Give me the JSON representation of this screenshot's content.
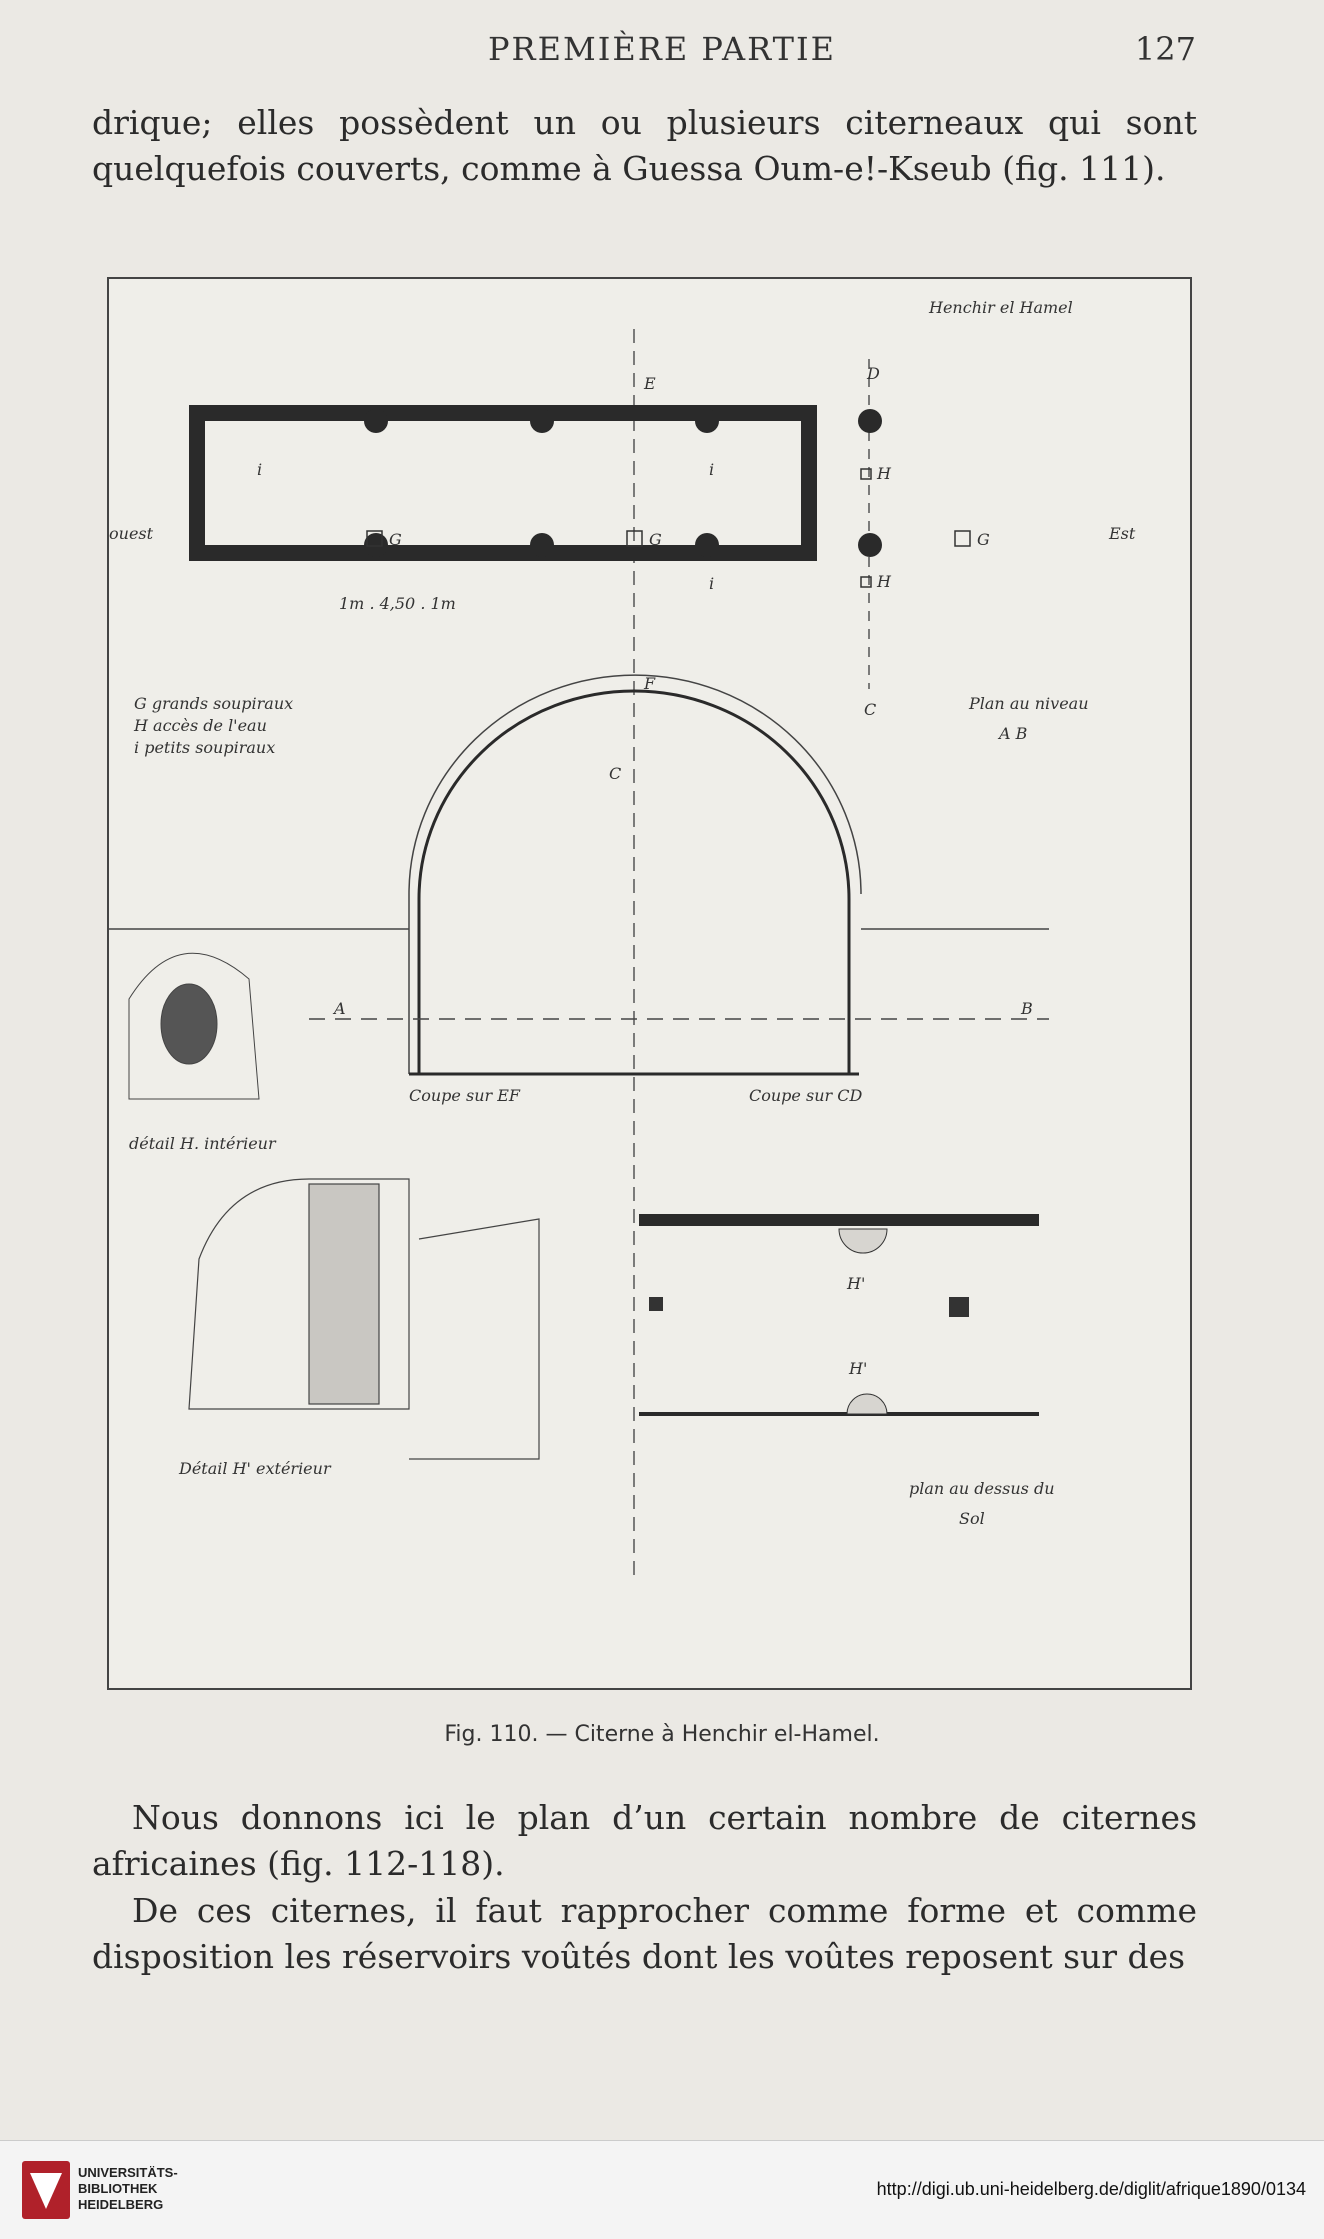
{
  "header": {
    "title": "PREMIÈRE PARTIE",
    "page_number": "127"
  },
  "paragraphs": {
    "p1": "drique; elles possèdent un ou plusieurs citerneaux qui sont quelquefois couverts, comme à Guessa Oum-e!-Kseub (fig. 111).",
    "p2": "Nous donnons ici le plan d’un certain nombre de citernes africaines (fig. 112-118).",
    "p3": "De ces citernes, il faut rapprocher comme forme et comme disposition les réservoirs voûtés dont les voûtes reposent sur des"
  },
  "figure": {
    "caption": "Fig. 110. — Citerne à Henchir el-Hamel.",
    "labels": {
      "author": "Henchir el Hamel",
      "E": "E",
      "D": "D",
      "F": "F",
      "C_plan": "C",
      "C_top": "C",
      "ouest": "ouest",
      "est": "Est",
      "legend_G": "G grands soupiraux",
      "legend_H": "H accès de l'eau",
      "legend_i": "i petits soupiraux",
      "plan_niveau": "Plan au niveau",
      "AB": "A B",
      "A": "A",
      "B": "B",
      "coupe_EF": "Coupe sur EF",
      "coupe_CD": "Coupe sur CD",
      "detail_interieur": "détail H. intérieur",
      "detail_exterieur": "Détail H' extérieur",
      "plan_dessus_1": "plan au dessus du",
      "plan_dessus_2": "Sol",
      "dim": "1m . 4,50 . 1m",
      "G": "G",
      "H": "H",
      "i": "i",
      "H_prime": "H'"
    }
  },
  "footer": {
    "library": [
      "UNIVERSITÄTS-",
      "BIBLIOTHEK",
      "HEIDELBERG"
    ],
    "url": "http://digi.ub.uni-heidelberg.de/diglit/afrique1890/0134"
  }
}
